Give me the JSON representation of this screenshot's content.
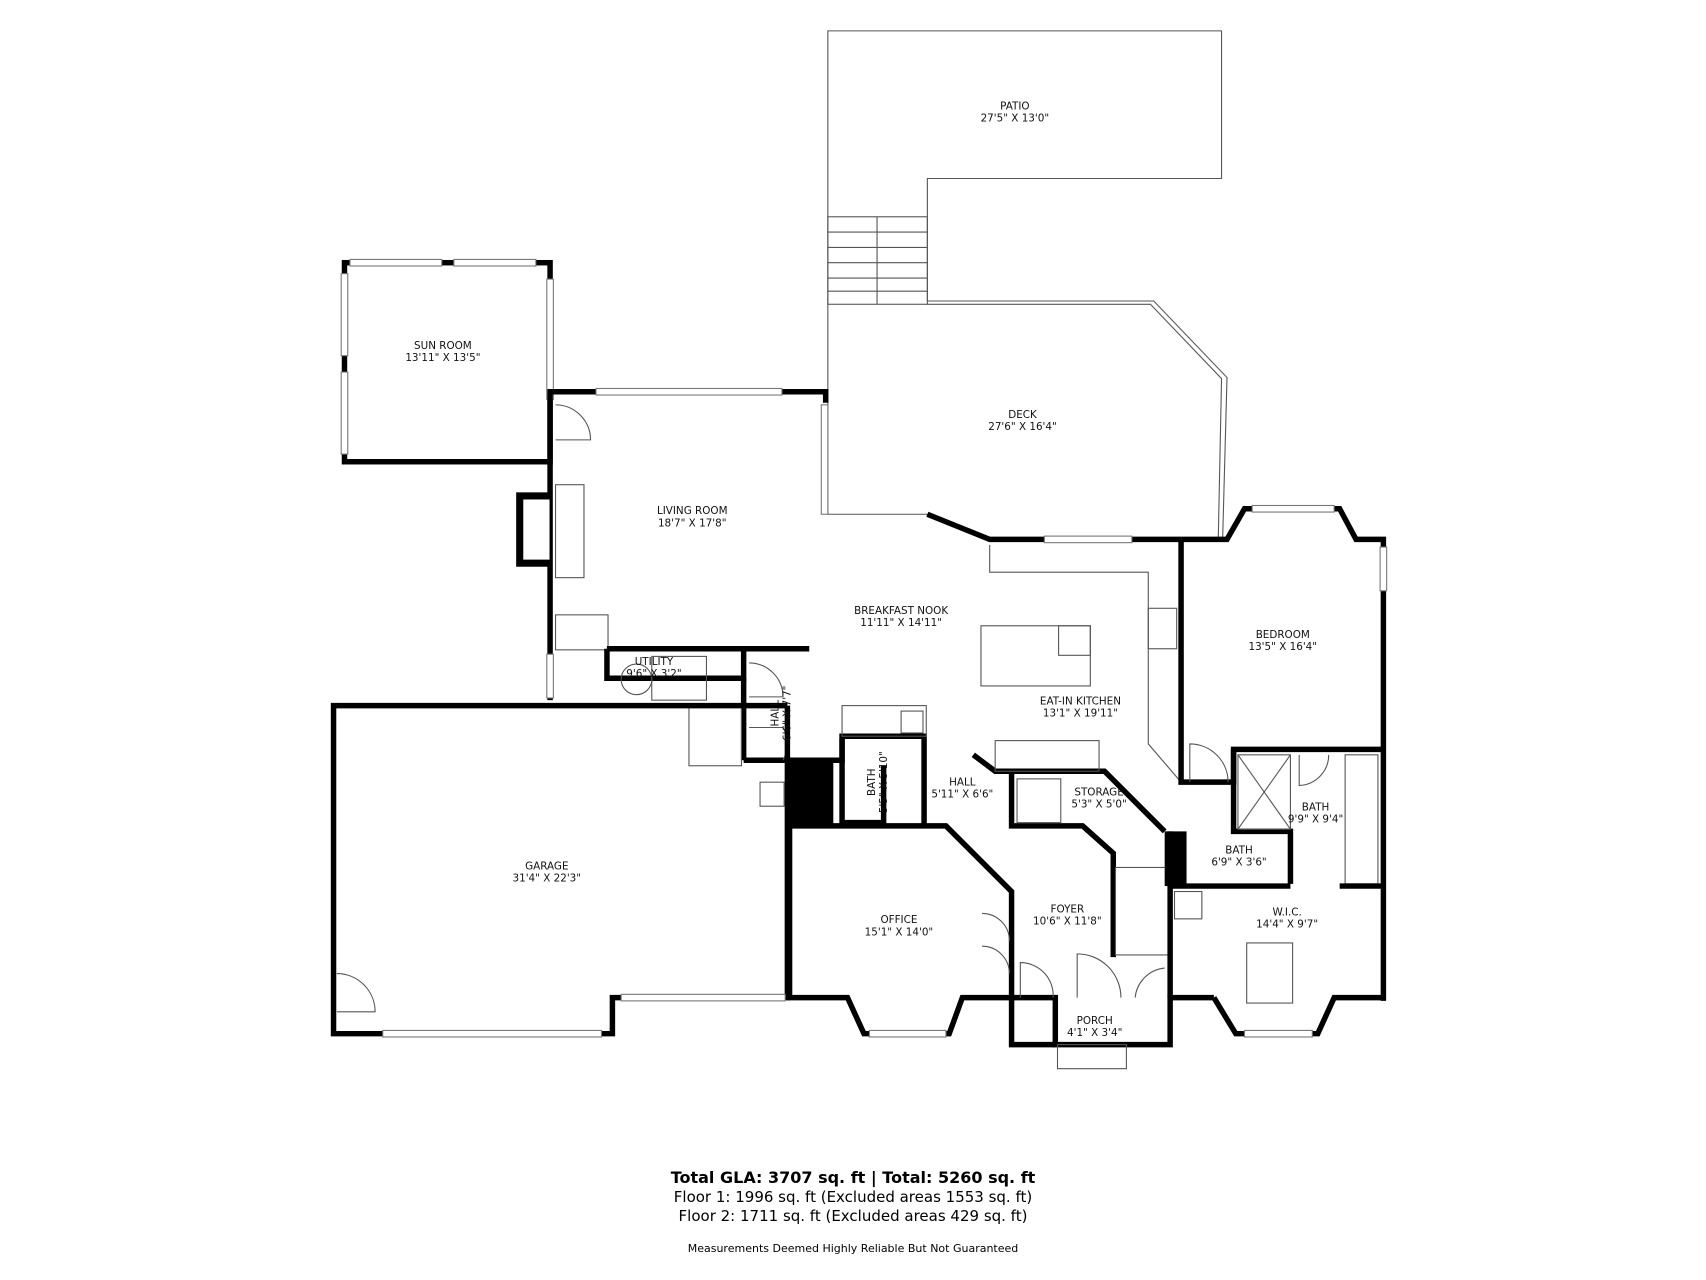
{
  "rooms": {
    "patio": {
      "name": "PATIO",
      "size": "27'5\" X 13'0\""
    },
    "sun_room": {
      "name": "SUN ROOM",
      "size": "13'11\" X 13'5\""
    },
    "deck": {
      "name": "DECK",
      "size": "27'6\" X 16'4\""
    },
    "living_room": {
      "name": "LIVING ROOM",
      "size": "18'7\" X 17'8\""
    },
    "breakfast_nook": {
      "name": "BREAKFAST NOOK",
      "size": "11'11\" X 14'11\""
    },
    "utility": {
      "name": "UTILITY",
      "size": "9'6\" X 3'2\""
    },
    "hall_1": {
      "name": "HALL",
      "size": "6'6\" X 7'7\""
    },
    "eat_in_kitchen": {
      "name": "EAT-IN KITCHEN",
      "size": "13'1\" X 19'11\""
    },
    "bedroom": {
      "name": "BEDROOM",
      "size": "13'5\" X 16'4\""
    },
    "bath_1": {
      "name": "BATH",
      "size": "5'5\" X 5'10\""
    },
    "hall_2": {
      "name": "HALL",
      "size": "5'11\" X 6'6\""
    },
    "storage": {
      "name": "STORAGE",
      "size": "5'3\" X 5'0\""
    },
    "bath_2": {
      "name": "BATH",
      "size": "9'9\" X 9'4\""
    },
    "bath_3": {
      "name": "BATH",
      "size": "6'9\" X 3'6\""
    },
    "garage": {
      "name": "GARAGE",
      "size": "31'4\" X 22'3\""
    },
    "office": {
      "name": "OFFICE",
      "size": "15'1\" X 14'0\""
    },
    "foyer": {
      "name": "FOYER",
      "size": "10'6\" X 11'8\""
    },
    "wic": {
      "name": "W.I.C.",
      "size": "14'4\" X 9'7\""
    },
    "porch": {
      "name": "PORCH",
      "size": "4'1\" X 3'4\""
    }
  },
  "footer": {
    "totals": "Total GLA: 3707 sq. ft | Total: 5260 sq. ft",
    "floor1": "Floor 1: 1996 sq. ft (Excluded areas 1553 sq. ft)",
    "floor2": "Floor 2: 1711 sq. ft (Excluded areas 429 sq. ft)",
    "disclaimer": "Measurements Deemed Highly Reliable But Not Guaranteed"
  }
}
